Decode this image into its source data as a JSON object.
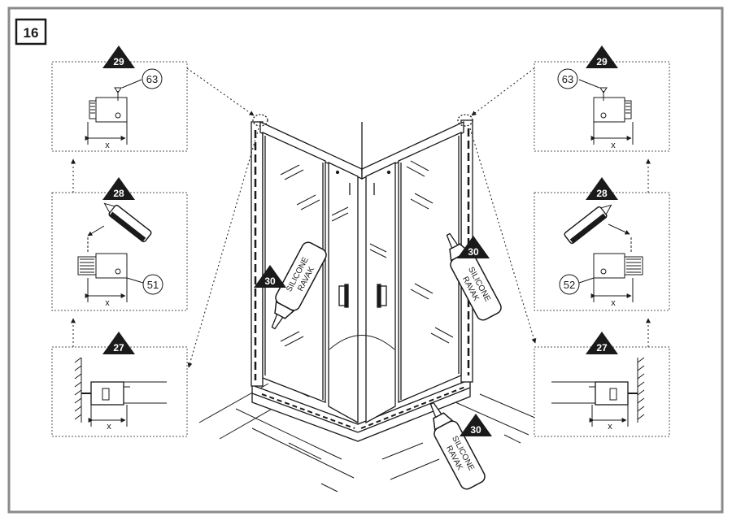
{
  "step_number": "16",
  "left": {
    "step29": {
      "badge": "29",
      "part_ref": "63",
      "dim_label": "x"
    },
    "step28": {
      "badge": "28",
      "part_ref": "51",
      "dim_label": "x"
    },
    "step27": {
      "badge": "27",
      "dim_label": "x"
    }
  },
  "right": {
    "step29": {
      "badge": "29",
      "part_ref": "63",
      "dim_label": "x"
    },
    "step28": {
      "badge": "28",
      "part_ref": "52",
      "dim_label": "x"
    },
    "step27": {
      "badge": "27",
      "dim_label": "x"
    }
  },
  "silicone": {
    "badge": "30",
    "label_line1": "SILICONE",
    "label_line2": "RAVAK"
  },
  "colors": {
    "frame": "#8a8a8a",
    "ink": "#1a1a1a",
    "panel_border": "#555555",
    "badge_fill": "#1a1a1a",
    "badge_text": "#ffffff"
  }
}
